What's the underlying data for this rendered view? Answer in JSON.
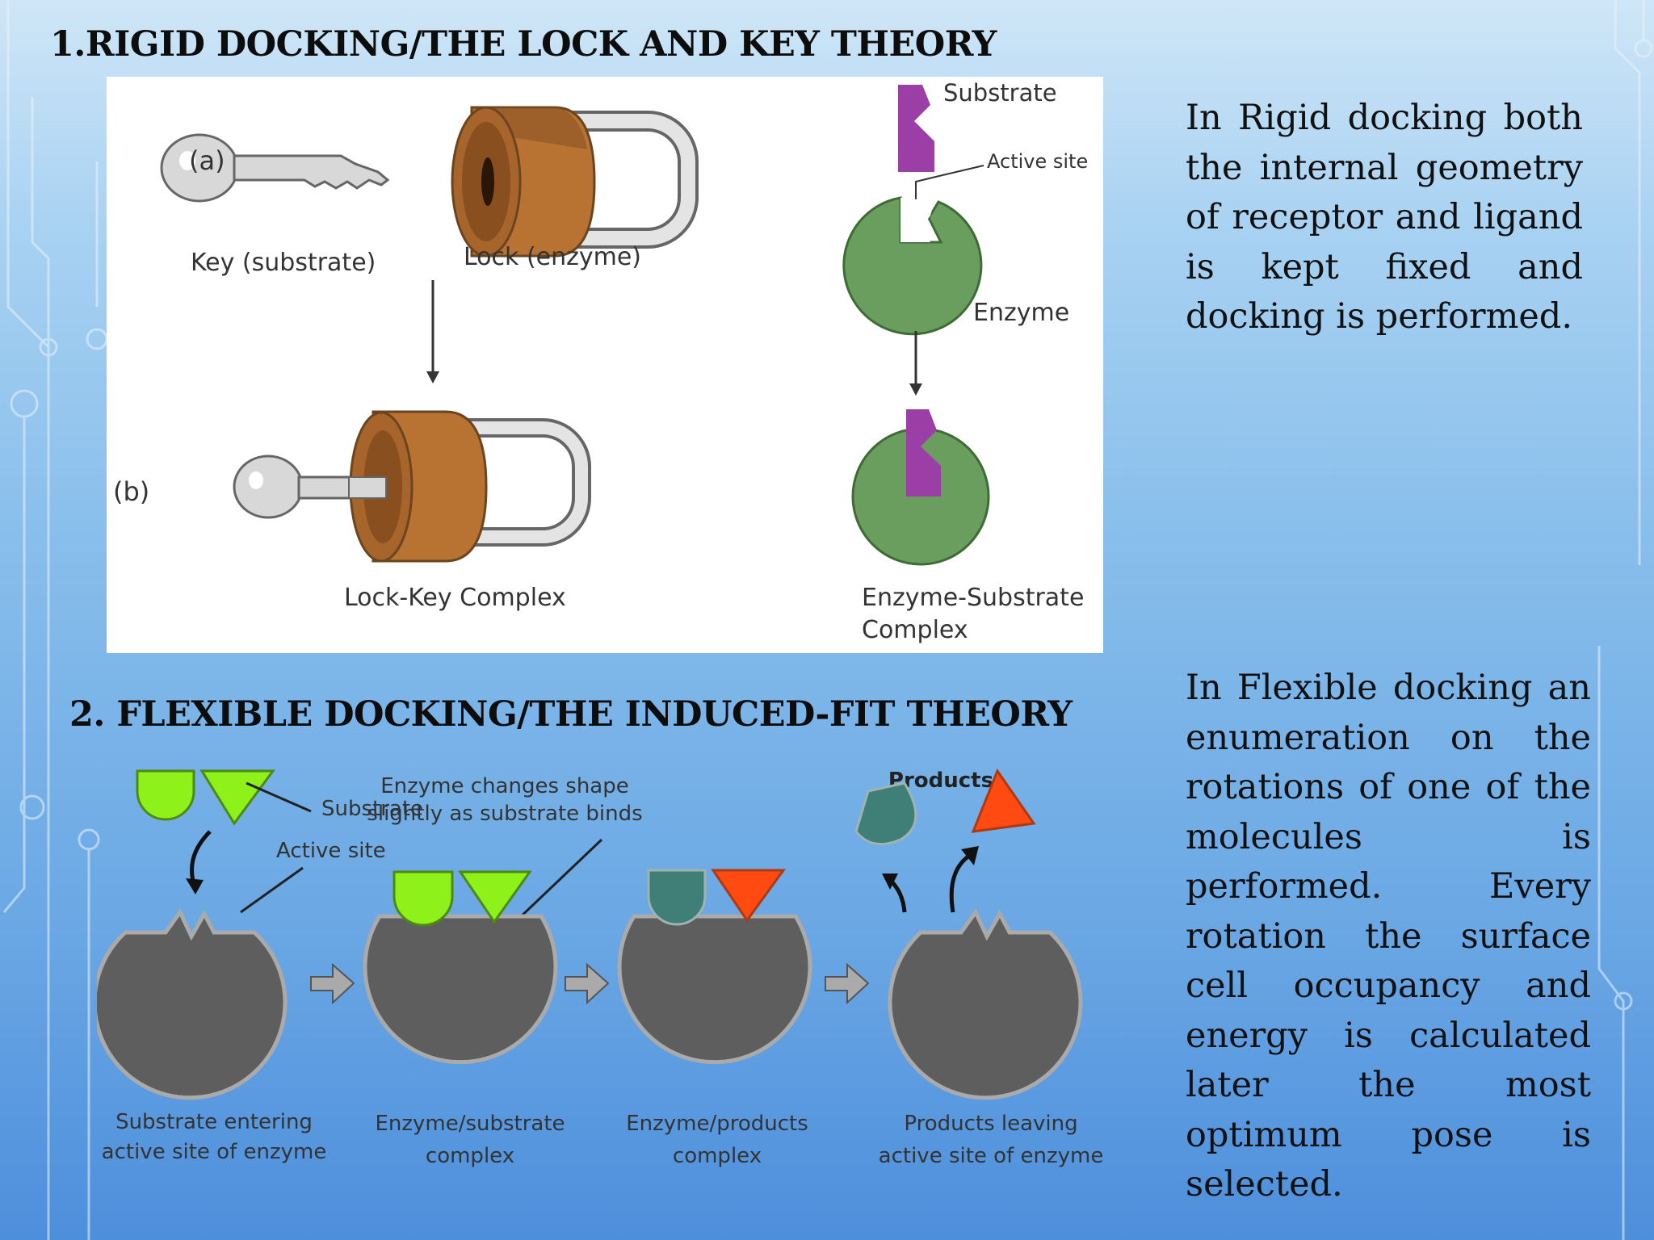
{
  "section1": {
    "heading": "1.RIGID DOCKING/THE LOCK AND KEY THEORY",
    "description": "In Rigid docking both the internal geometry of receptor and ligand is kept fixed and docking is performed.",
    "figure": {
      "label_a": "(a)",
      "label_b": "(b)",
      "key_label": "Key (substrate)",
      "lock_label": "Lock (enzyme)",
      "substrate_label": "Substrate",
      "active_site_label": "Active site",
      "enzyme_label": "Enzyme",
      "lock_key_complex_label": "Lock-Key Complex",
      "es_complex_line1": "Enzyme-Substrate",
      "es_complex_line2": "Complex"
    }
  },
  "section2": {
    "heading": "2. FLEXIBLE DOCKING/THE INDUCED-FIT THEORY",
    "description": "In Flexible docking an enumeration on the rotations of one of the molecules is performed. Every rotation the surface cell occupancy and energy is calculated later the most optimum pose is selected.",
    "figure": {
      "substrate_label": "Substrate",
      "active_site_label": "Active site",
      "shape_change_line1": "Enzyme changes shape",
      "shape_change_line2": "slightly as substrate binds",
      "products_label": "Products",
      "step1_line1": "Substrate entering",
      "step1_line2": "active site of enzyme",
      "step2_line1": "Enzyme/substrate",
      "step2_line2": "complex",
      "step3_line1": "Enzyme/products",
      "step3_line2": "complex",
      "step4_line1": "Products leaving",
      "step4_line2": "active site of enzyme"
    }
  },
  "colors": {
    "enzyme_green": "#6a9e5f",
    "substrate_purple": "#9b3fa6",
    "lock_brown": "#b87333",
    "enzyme_gray": "#5e5e5e",
    "substrate_lime": "#8ef21a",
    "product_teal": "#3f7f78",
    "product_orange": "#ff4a12"
  }
}
